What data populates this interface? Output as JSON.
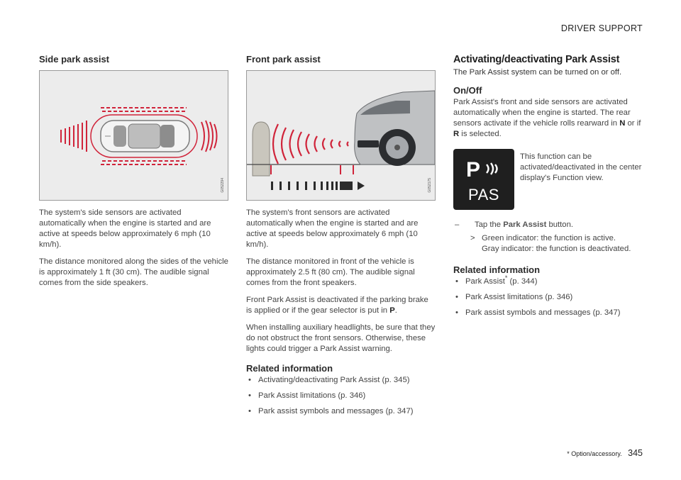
{
  "header": {
    "section": "DRIVER SUPPORT"
  },
  "col1": {
    "title": "Side park assist",
    "figure_code": "G052294",
    "paragraphs": [
      "The system's side sensors are activated automatically when the engine is started and are active at speeds below approximately 6 mph (10 km/h).",
      "The distance monitored along the sides of the vehicle is approximately 1 ft (30 cm). The audible signal comes from the side speakers."
    ]
  },
  "col2": {
    "title": "Front park assist",
    "figure_code": "G052175",
    "paragraphs": [
      "The system's front sensors are activated automatically when the engine is started and are active at speeds below approximately 6 mph (10 km/h).",
      "The distance monitored in front of the vehicle is approximately 2.5 ft (80 cm). The audible signal comes from the front speakers."
    ],
    "p3_text": "Front Park Assist is deactivated if the parking brake is applied or if the gear selector is put in ",
    "p3_bold": "P",
    "p3_end": ".",
    "p4": "When installing auxiliary headlights, be sure that they do not obstruct the front sensors. Otherwise, these lights could trigger a Park Assist warning.",
    "related_title": "Related information",
    "related": [
      "Activating/deactivating Park Assist (p. 345)",
      "Park Assist limitations (p. 346)",
      "Park assist symbols and messages (p. 347)"
    ]
  },
  "col3": {
    "title": "Activating/deactivating Park Assist",
    "intro": "The Park Assist system can be turned on or off.",
    "onoff_title": "On/Off",
    "onoff_text1": "Park Assist's front and side sensors are activated automatically when the engine is started. The rear sensors activate if the vehicle rolls rearward in ",
    "onoff_N": "N",
    "onoff_mid": " or if ",
    "onoff_R": "R",
    "onoff_end": " is selected.",
    "pas_label": "PAS",
    "pas_symbol": "P",
    "pas_text": "This function can be activated/deactivated in the center display's Function view.",
    "step_prefix": "Tap the ",
    "step_button": "Park Assist",
    "step_suffix": " button.",
    "result1": "Green indicator: the function is active.",
    "result2": "Gray indicator: the function is deactivated.",
    "related_title": "Related information",
    "related_first": "Park Assist",
    "related_first_mark": "*",
    "related_first_ref": " (p. 344)",
    "related": [
      "Park Assist limitations (p. 346)",
      "Park assist symbols and messages (p. 347)"
    ]
  },
  "footer": {
    "note": "* Option/accessory.",
    "page": "345"
  },
  "glyphs": {
    "bullet": "•",
    "dash": "–",
    "gt": ">"
  },
  "colors": {
    "sensor_red": "#d0243a",
    "dark_icon": "#1f1f1f"
  }
}
